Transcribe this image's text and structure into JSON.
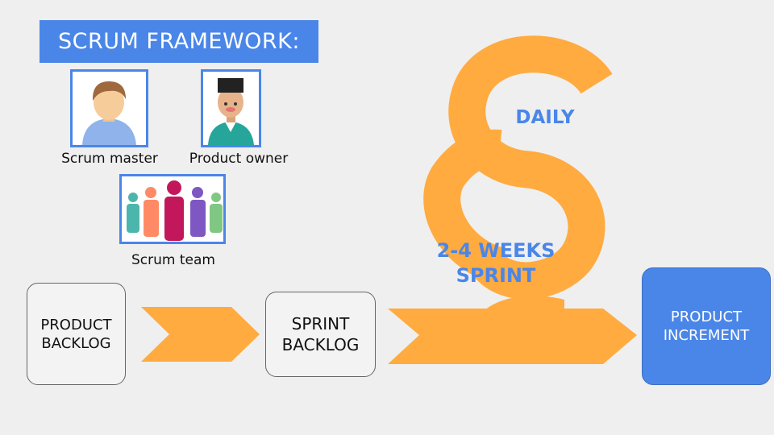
{
  "title": "SCRUM FRAMEWORK:",
  "roles": {
    "scrum_master": "Scrum master",
    "product_owner": "Product owner",
    "scrum_team": "Scrum team"
  },
  "boxes": {
    "product_backlog": [
      "PRODUCT",
      "BACKLOG"
    ],
    "sprint_backlog": [
      "SPRINT",
      "BACKLOG"
    ],
    "product_increment": [
      "PRODUCT",
      "INCREMENT"
    ]
  },
  "labels": {
    "daily": "DAILY",
    "sprint": [
      "2-4 WEEKS",
      "SPRINT"
    ]
  },
  "colors": {
    "accent_blue": "#4a86e8",
    "arrow_orange": "#ffab40",
    "background": "#efefef"
  }
}
